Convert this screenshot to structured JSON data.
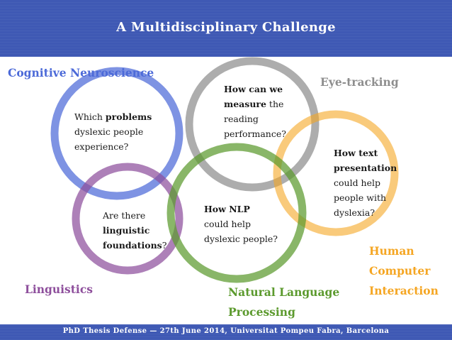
{
  "header": {
    "title": "A Multidisciplinary Challenge"
  },
  "footer": {
    "text": "PhD Thesis Defense — 27th June 2014, Universitat Pompeu Fabra, Barcelona"
  },
  "colors": {
    "header_bg": "#3f59b4",
    "cognitive": "#4c6ad8",
    "eyetracking": "#8e8e8e",
    "hci": "#f5a623",
    "linguistics": "#8e4f9c",
    "nlp": "#5c9a2e"
  },
  "fields": {
    "cognitive": "Cognitive Neuroscience",
    "eyetracking": "Eye-tracking",
    "hci_line1": "Human",
    "hci_line2": "Computer",
    "hci_line3": "Interaction",
    "linguistics": "Linguistics",
    "nlp_line1": "Natural Language",
    "nlp_line2": "Processing"
  },
  "questions": {
    "cognitive": {
      "l1_pre": "Which ",
      "l1_bold": "problems",
      "l2": "dyslexic people",
      "l3": "experience?"
    },
    "eyetracking": {
      "l1_bold": "How can we",
      "l2_bold": "measure",
      "l2_post": " the",
      "l3": "reading",
      "l4": "performance?"
    },
    "hci": {
      "l1_bold": "How text",
      "l2_bold": "presentation",
      "l3": "could help",
      "l4": "people with",
      "l5": "dyslexia?"
    },
    "nlp": {
      "l1_bold": "How NLP",
      "l2": "could help",
      "l3": "dyslexic people?"
    },
    "linguistics": {
      "l1": "Are there",
      "l2_bold": "linguistic",
      "l3_bold": "foundations",
      "l3_post": "?"
    }
  }
}
